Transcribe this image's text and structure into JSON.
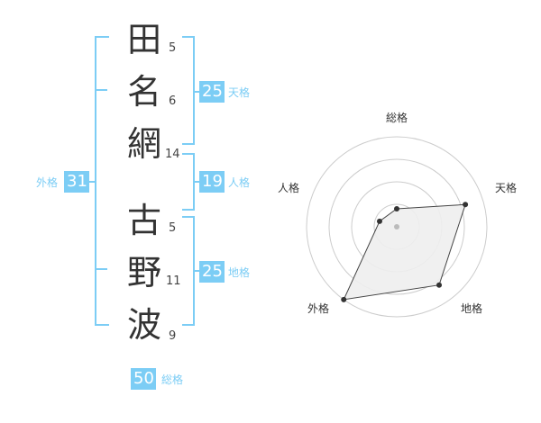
{
  "name": {
    "characters": [
      {
        "char": "田",
        "strokes": "5"
      },
      {
        "char": "名",
        "strokes": "6"
      },
      {
        "char": "網",
        "strokes": "14"
      },
      {
        "char": "古",
        "strokes": "5"
      },
      {
        "char": "野",
        "strokes": "11"
      },
      {
        "char": "波",
        "strokes": "9"
      }
    ]
  },
  "fortunes": {
    "tenkaku": {
      "value": "25",
      "label": "天格"
    },
    "jinkaku": {
      "value": "19",
      "label": "人格"
    },
    "chikaku": {
      "value": "25",
      "label": "地格"
    },
    "gaikaku": {
      "value": "31",
      "label": "外格"
    },
    "soukaku": {
      "value": "50",
      "label": "総格"
    }
  },
  "chart_data": {
    "type": "radar",
    "axes": [
      "総格",
      "天格",
      "地格",
      "外格",
      "人格"
    ],
    "values": [
      1,
      4,
      4,
      5,
      1
    ],
    "max": 5,
    "rings": 4,
    "colors": {
      "fill": "#eeeeee",
      "line": "#444444",
      "grid": "#cccccc",
      "dot": "#333333",
      "center": "#bbbbbb"
    }
  }
}
